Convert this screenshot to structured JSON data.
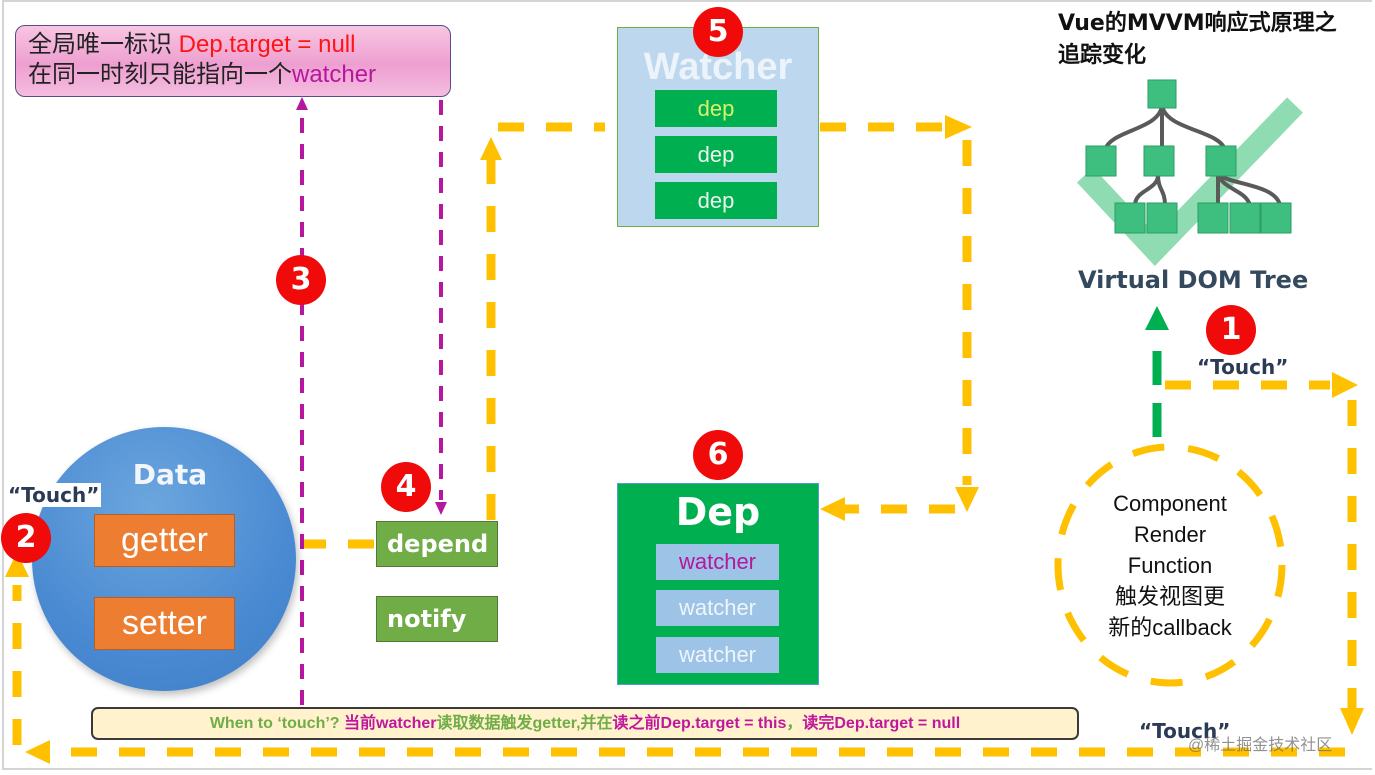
{
  "title": {
    "line1": "Vue的MVVM响应式原理之",
    "line2": "追踪变化"
  },
  "note": {
    "line1_prefix": "全局唯一标识 ",
    "line1_highlight": "Dep.target = null",
    "line2_prefix": "在同一时刻只能指向一个",
    "line2_highlight": "watcher"
  },
  "badges": [
    "1",
    "2",
    "3",
    "4",
    "5",
    "6"
  ],
  "watcher": {
    "title": "Watcher",
    "deps": [
      "dep",
      "dep",
      "dep"
    ]
  },
  "dep": {
    "title": "Dep",
    "watchers": [
      "watcher",
      "watcher",
      "watcher"
    ]
  },
  "data": {
    "title": "Data",
    "getter": "getter",
    "setter": "setter"
  },
  "methods": {
    "depend": "depend",
    "notify": "notify"
  },
  "touch_label": "“Touch”",
  "vdom": {
    "label": "Virtual DOM Tree"
  },
  "component": {
    "lines": [
      "Component",
      "Render",
      "Function",
      "触发视图更",
      "新的callback"
    ]
  },
  "bottom_note": {
    "part1": "When to ‘touch’? ",
    "part2": "当前watcher",
    "part3": "读取数据触发getter,并在",
    "part4": "读之前Dep.target = this",
    "part5": "，",
    "part6": "读完Dep.target = null"
  },
  "watermark": "@稀土掘金技术社区",
  "colors": {
    "flow": "#ffc000",
    "target": "#b5179e",
    "badge": "#f00a0a",
    "render": "#00b050"
  }
}
